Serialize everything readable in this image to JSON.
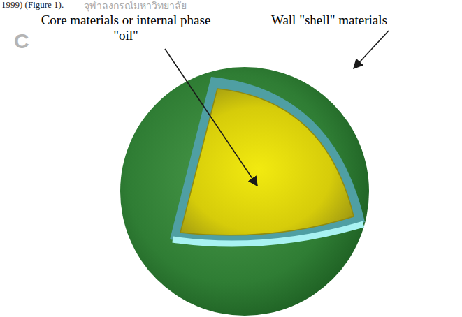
{
  "diagram": {
    "labels": [
      "1999) (Figure 1).",
      "จุฬาลงกรณ์มหาวิทยาลัย",
      "Core materials or internal phase \"oil\"",
      "Wall \"shell\" materials",
      "C"
    ]
  }
}
